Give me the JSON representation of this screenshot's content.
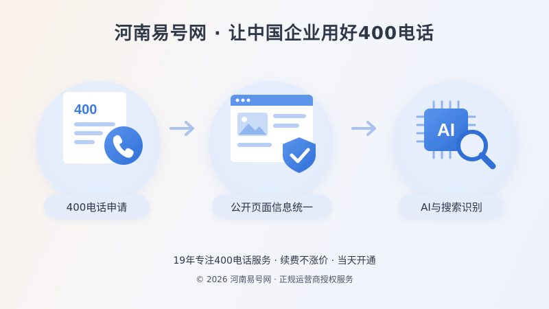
{
  "title": "河南易号网 · 让中国企业用好400电话",
  "steps": [
    {
      "label": "400电话申请",
      "icon": "phone-application-icon",
      "card_text": "400"
    },
    {
      "label": "公开页面信息统一",
      "icon": "webpage-verified-icon"
    },
    {
      "label": "AI与搜索识别",
      "icon": "ai-search-icon",
      "chip_text": "AI"
    }
  ],
  "footer": {
    "tagline": "19年专注400电话服务 · 续费不涨价 · 当天开通",
    "copyright": "© 2026 河南易号网 · 正规运营商授权服务"
  },
  "colors": {
    "accent": "#3b7be0",
    "accent_light": "#8db3ee",
    "pill_bg": "#e4ecfa",
    "title": "#2f3848"
  }
}
